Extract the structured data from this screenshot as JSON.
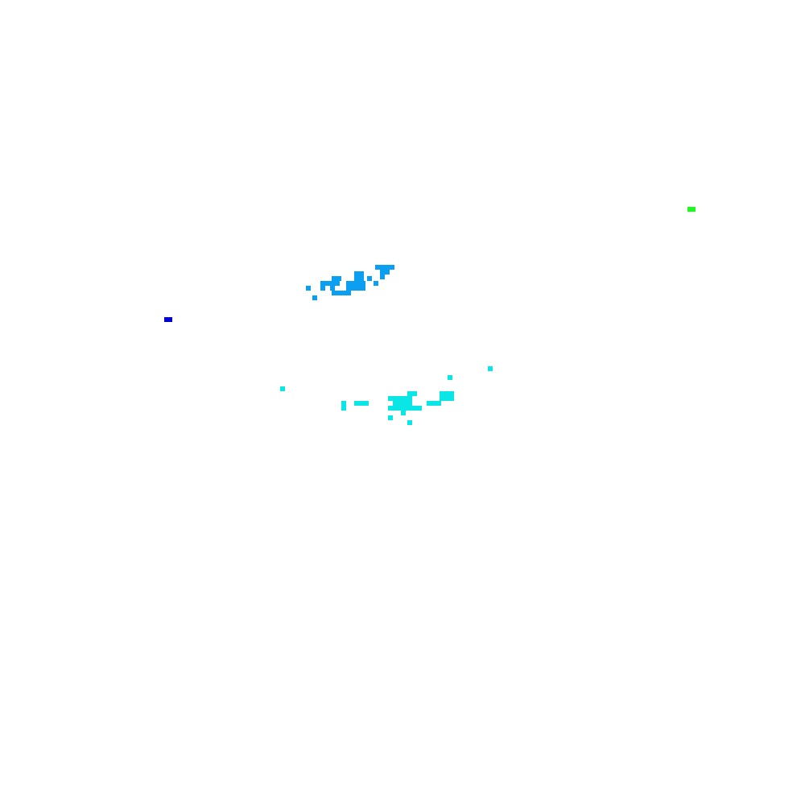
{
  "clusters": [
    {
      "name": "blue-cluster",
      "color": "#0a9ff0",
      "point_count": 35
    },
    {
      "name": "cyan-cluster",
      "color": "#0ae6e6",
      "point_count": 36
    },
    {
      "name": "green-point",
      "color": "#17ff17",
      "point_count": 1
    },
    {
      "name": "navy-point",
      "color": "#0000d0",
      "point_count": 1
    }
  ]
}
